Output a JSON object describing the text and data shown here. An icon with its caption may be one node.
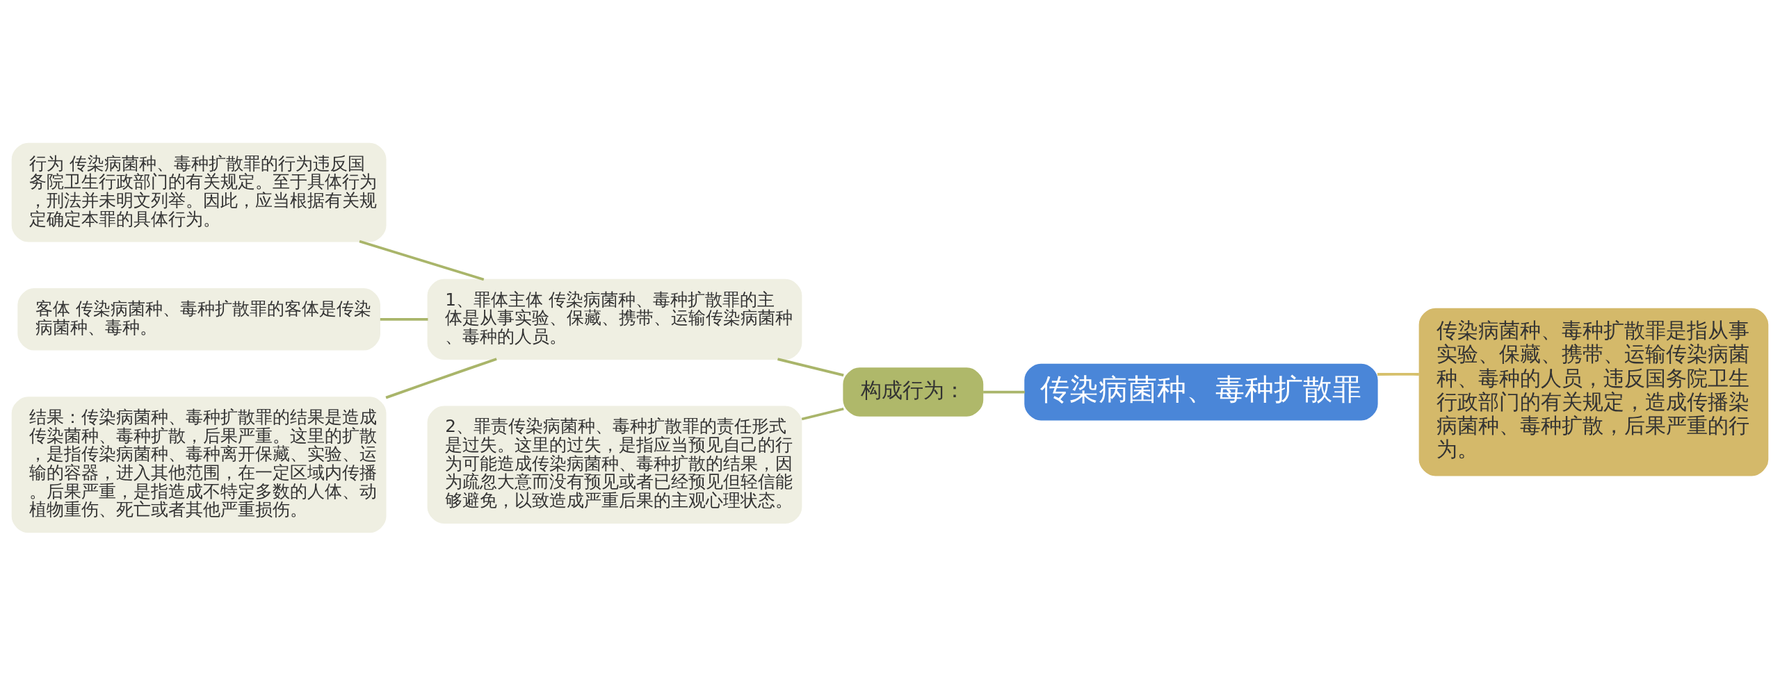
{
  "diagram": {
    "nodes": [
      {
        "text": [
          "传染病菌种、毒种扩散罪"
        ]
      },
      {
        "text": [
          "传染病菌种、毒种扩散罪是指从事实验、保藏、携带、运输传染病菌种、毒种的人员，违反国务院卫生行政部门的有关规定，造成传播染病菌种、毒种扩散，后果严重的行为。"
        ]
      },
      {
        "text": [
          "构成行为："
        ]
      },
      {
        "text": [
          "1、罪体主体 传染病菌种、毒种扩散罪的主体是从事实验、保藏、携带、运输传染病菌种、毒种的人员。"
        ]
      },
      {
        "text": [
          "行为 传染病菌种、毒种扩散罪的行为违反国务院卫生行政部门的有关规定。至于具体行为，刑法并未明文列举。因此，应当根据有关规定确定本罪的具体行为。"
        ]
      },
      {
        "text": [
          "客体 传染病菌种、毒种扩散罪的客体是传染病菌种、毒种。"
        ]
      },
      {
        "text": [
          "结果：传染病菌种、毒种扩散罪的结果是造成传染菌种、毒种扩散，后果严重。这里的扩散，是指传染病菌种、毒种离开保藏、实验、运输的容器，进入其他范围，在一定区域内传播。后果严重，是指造成不特定多数的人体、动植物重伤、死亡或者其他严重损伤。"
        ]
      },
      {
        "text": [
          "2、罪责传染病菌种、毒种扩散罪的责任形式是过失。这里的过失，是指应当预见自己的行为可能造成传染病菌种、毒种扩散的结果，因为疏忽大意而没有预见或者已经预见但轻信能够避免，以致造成严重后果的主观心理状态。"
        ]
      }
    ],
    "edges": [
      {
        "from": 0,
        "to": 1,
        "arrow": "none",
        "color": "#d6c06b"
      },
      {
        "from": 0,
        "to": 2,
        "arrow": "none"
      },
      {
        "from": 2,
        "to": 3,
        "arrow": "none"
      },
      {
        "from": 2,
        "to": 7,
        "arrow": "none"
      },
      {
        "from": 3,
        "to": 4,
        "arrow": "none"
      },
      {
        "from": 3,
        "to": 5,
        "arrow": "none"
      },
      {
        "from": 3,
        "to": 6,
        "arrow": "none"
      }
    ]
  }
}
